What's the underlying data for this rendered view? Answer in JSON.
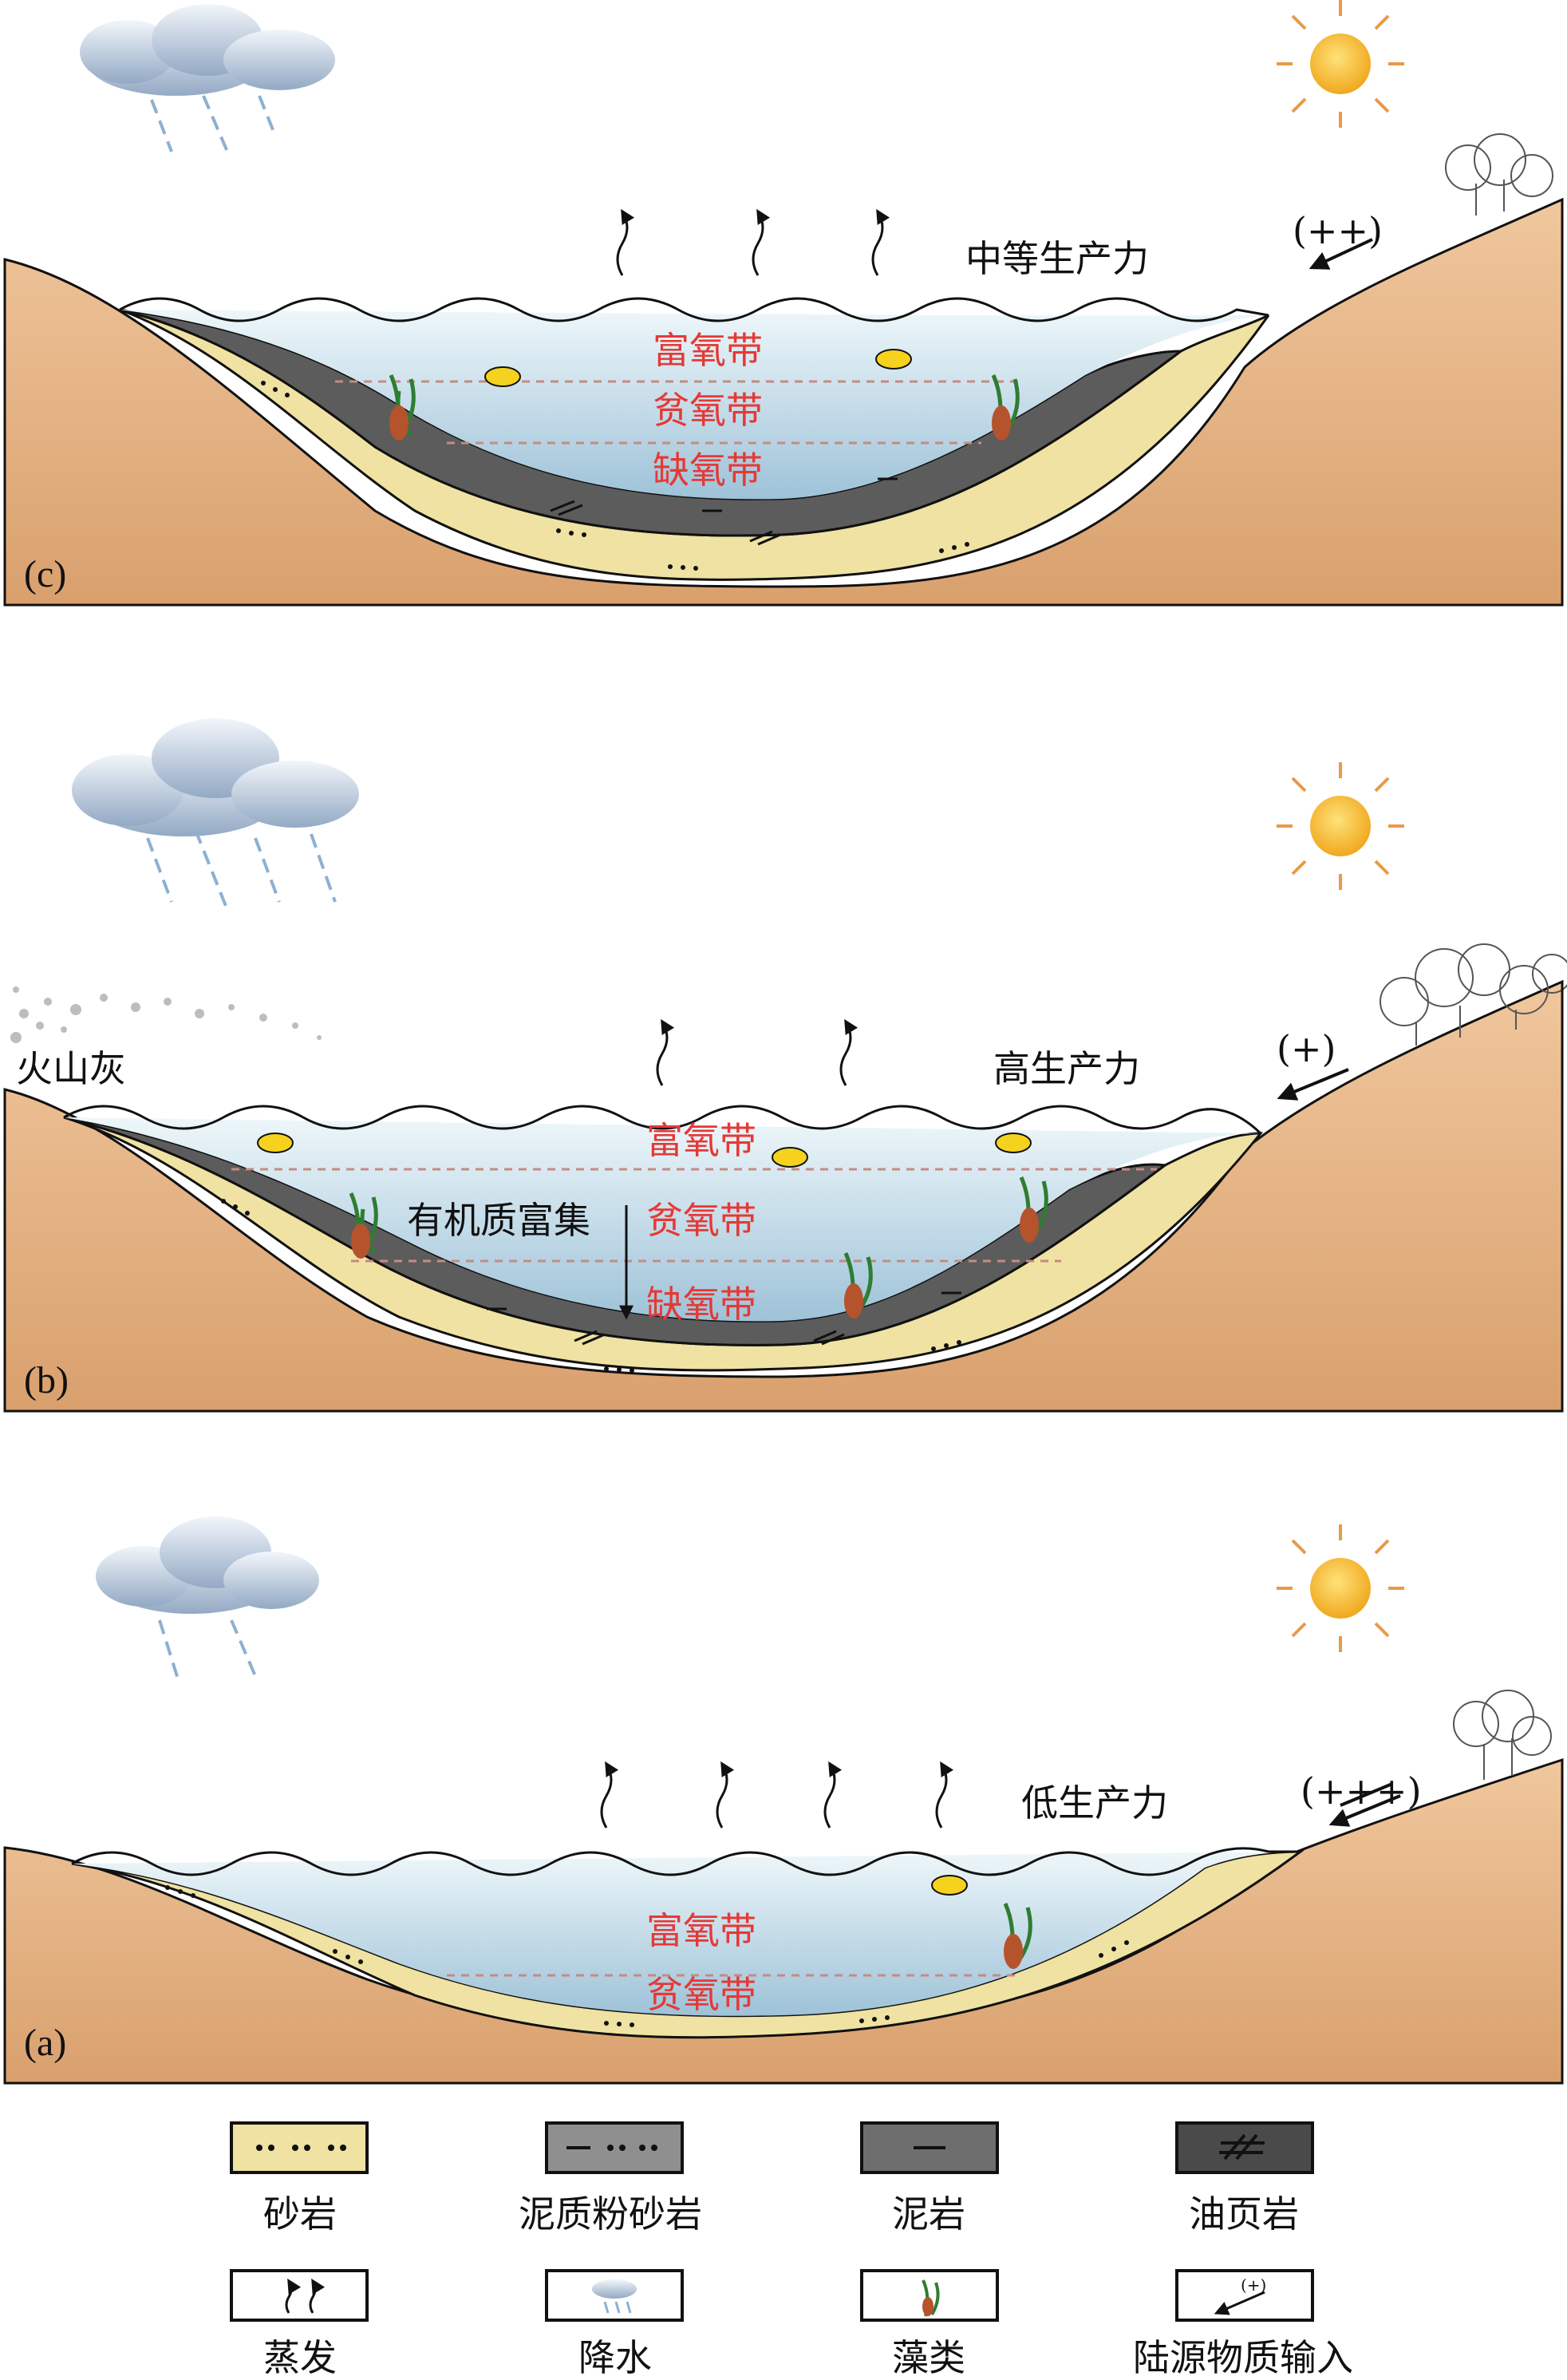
{
  "panels": {
    "c": {
      "tag": "(c)",
      "productivity": "中等生产力",
      "terrigenous": "(++)",
      "zones": [
        "富氧带",
        "贫氧带",
        "缺氧带"
      ]
    },
    "b": {
      "tag": "(b)",
      "productivity": "高生产力",
      "terrigenous": "(+)",
      "volcanic": "火山灰",
      "organic": "有机质富集",
      "zones": [
        "富氧带",
        "贫氧带",
        "缺氧带"
      ]
    },
    "a": {
      "tag": "(a)",
      "productivity": "低生产力",
      "terrigenous": "(+++)",
      "zones": [
        "富氧带",
        "贫氧带"
      ]
    }
  },
  "legend": {
    "row1": [
      {
        "label": "砂岩",
        "icon": "sandstone-swatch"
      },
      {
        "label": "泥质粉砂岩",
        "icon": "muddy-siltstone-swatch"
      },
      {
        "label": "泥岩",
        "icon": "mudstone-swatch"
      },
      {
        "label": "油页岩",
        "icon": "oil-shale-swatch"
      }
    ],
    "row2": [
      {
        "label": "蒸发",
        "icon": "evaporation-icon"
      },
      {
        "label": "降水",
        "icon": "precipitation-icon"
      },
      {
        "label": "藻类",
        "icon": "algae-icon"
      },
      {
        "label": "陆源物质输入",
        "icon": "terrigenous-input-icon"
      }
    ],
    "input_sign": "(+)"
  },
  "colors": {
    "land": "#e3b487",
    "sandstone": "#efe2a2",
    "mudstone": "#6e6e6e",
    "oil_shale": "#4a4a4a",
    "water_top": "#e6f3f8",
    "water_bottom": "#a9c9dc",
    "zone_text": "#e53935",
    "sun": "#f2b233"
  }
}
